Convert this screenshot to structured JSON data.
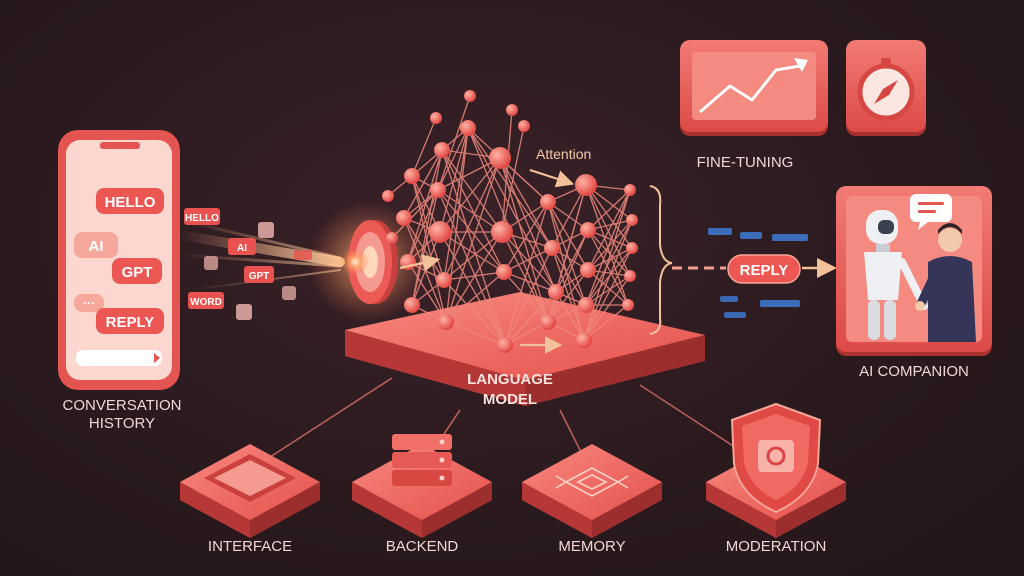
{
  "phone": {
    "bubbles": [
      "HELLO",
      "AI",
      "GPT",
      "REPLY"
    ],
    "typing": "···"
  },
  "tokens": [
    "HELLO",
    "AI",
    "GPT",
    "WORD"
  ],
  "model": {
    "attention_label": "Attention",
    "name_line1": "LANGUAGE",
    "name_line2": "MODEL"
  },
  "reply_pill": "REPLY",
  "labels": {
    "conversation_line1": "CONVERSATION",
    "conversation_line2": "HISTORY",
    "fine_tuning": "FINE-TUNING",
    "ai_companion": "AI COMPANION",
    "interface": "INTERFACE",
    "backend": "BACKEND",
    "memory": "MEMORY",
    "moderation": "MODERATION"
  },
  "icons": [
    "phone-icon",
    "target-icon",
    "neural-network-icon",
    "trend-chart-icon",
    "compass-icon",
    "robot-icon",
    "person-icon",
    "tablet-icon",
    "server-stack-icon",
    "memory-chip-icon",
    "shield-safe-icon"
  ],
  "colors": {
    "background": "#2a1a1e",
    "accent": "#ef5b57",
    "accent_light": "#f79a8e",
    "tile_side": "#b83a38",
    "label": "#f1d6d6"
  }
}
